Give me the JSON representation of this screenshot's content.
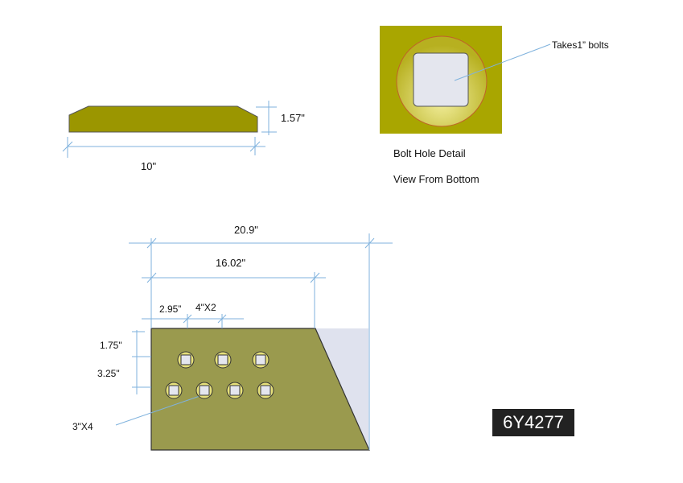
{
  "side_view": {
    "length_label": "10\"",
    "height_label": "1.57\""
  },
  "bolt_detail": {
    "callout": "Takes1” bolts",
    "caption": "Bolt Hole Detail",
    "view_note": "View From Bottom"
  },
  "bottom_view": {
    "overall_width": "20.9\"",
    "top_width": "16.02\"",
    "first_hole_offset": "2.95”",
    "hole_spacing_top": "4\"X2",
    "row1_offset": "1.75\"",
    "row_spacing": "3.25\"",
    "hole_spacing_bottom": "3\"X4"
  },
  "part_number": "6Y4277",
  "colors": {
    "side": "#9b9600",
    "plate": "#9a9a4e",
    "detail": "#a9a600",
    "dim": "#7fb2dd"
  }
}
